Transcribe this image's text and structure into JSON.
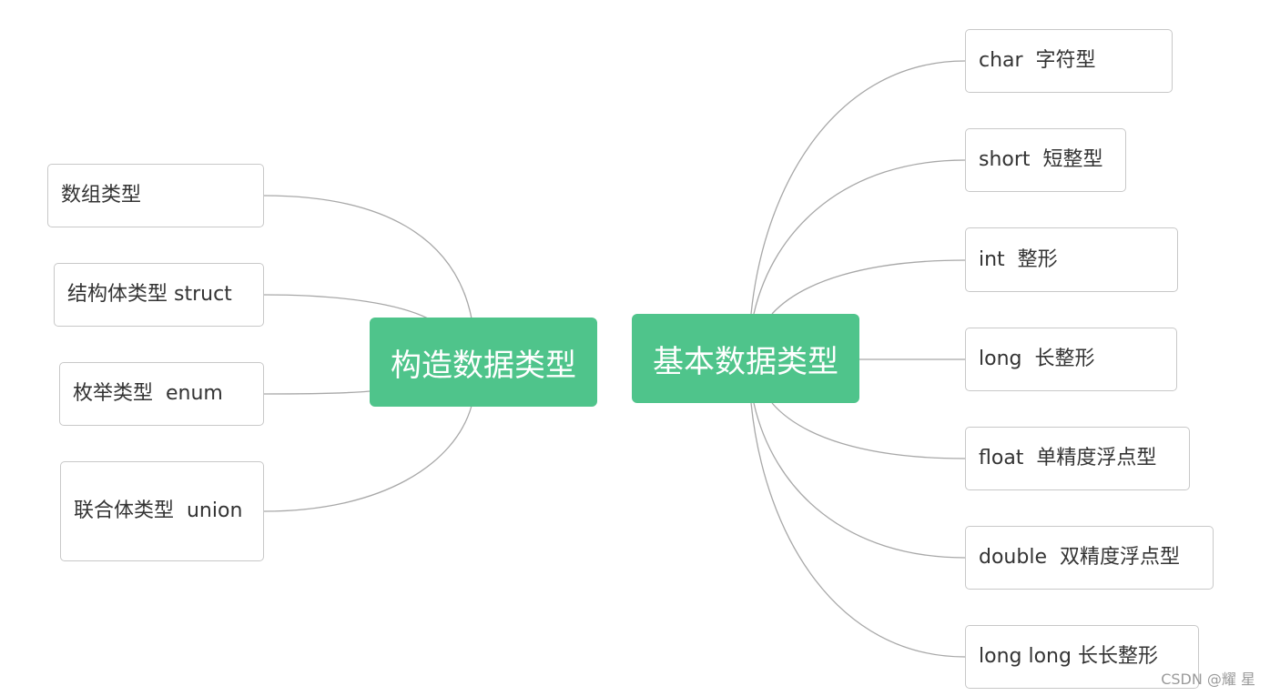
{
  "left_root": {
    "label": "构造数据类型",
    "color": "#4fc48b"
  },
  "right_root": {
    "label": "基本数据类型",
    "color": "#4fc48b"
  },
  "left_children": [
    "数组类型",
    "结构体类型 struct",
    "枚举类型  enum",
    "联合体类型  union"
  ],
  "right_children": [
    "char  字符型",
    "short  短整型",
    "int  整形",
    "long  长整形",
    "float  单精度浮点型",
    "double  双精度浮点型",
    "long long 长长整形"
  ],
  "watermark": "CSDN @耀 星"
}
